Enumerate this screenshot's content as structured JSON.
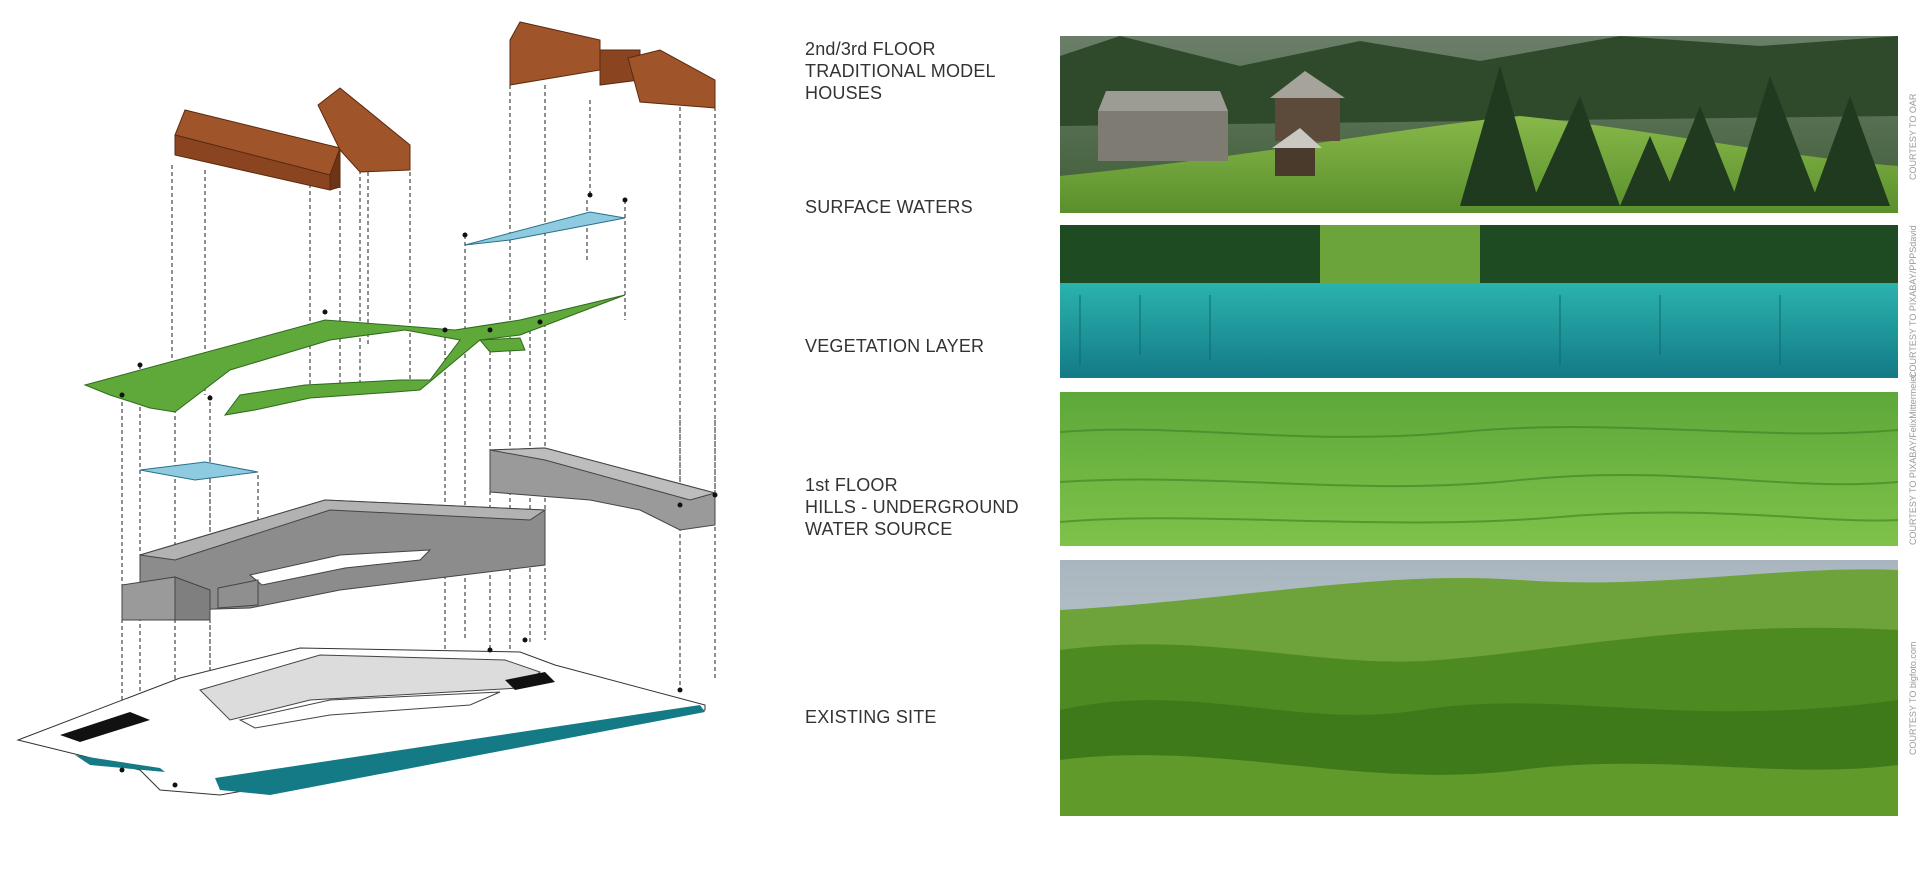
{
  "layers": [
    {
      "id": "houses",
      "label_lines": [
        "2nd/3rd FLOOR",
        "TRADITIONAL MODEL",
        "HOUSES"
      ],
      "credit": "COURTESY TO OAR"
    },
    {
      "id": "waters",
      "label_lines": [
        "SURFACE WATERS"
      ],
      "credit": "COURTESY TO PIXABAY/PPPSdavid"
    },
    {
      "id": "vegetation",
      "label_lines": [
        "VEGETATION LAYER"
      ],
      "credit": "COURTESY TO PIXABAY/FelixMittermeier"
    },
    {
      "id": "hills",
      "label_lines": [
        "1st FLOOR",
        "HILLS - UNDERGROUND",
        "WATER SOURCE"
      ],
      "credit": ""
    },
    {
      "id": "site",
      "label_lines": [
        "EXISTING SITE"
      ],
      "credit": "COURTESY TO bigfoto.com"
    }
  ],
  "colors": {
    "roof": "#a0542a",
    "roof_light": "#b8683a",
    "vegetation": "#5fa83a",
    "water_plane": "#8ecbe0",
    "hills_grey": "#8c8c8c",
    "teal": "#137a86",
    "label_text": "#333333"
  }
}
